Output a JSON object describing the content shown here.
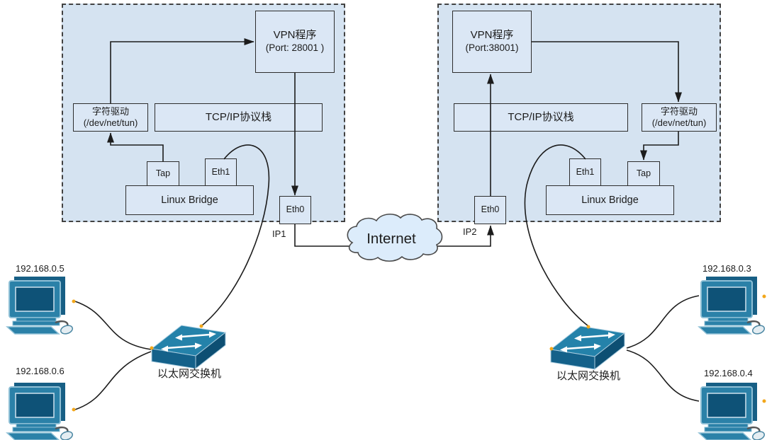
{
  "hosts": {
    "left": {
      "vpn": {
        "line1": "VPN程序",
        "line2": "(Port: 28001 )"
      },
      "driver": {
        "line1": "字符驱动",
        "line2": "(/dev/net/tun)"
      },
      "stack": "TCP/IP协议栈",
      "tap": "Tap",
      "eth1": "Eth1",
      "bridge": "Linux Bridge",
      "eth0": "Eth0",
      "ip": "IP1"
    },
    "right": {
      "vpn": {
        "line1": "VPN程序",
        "line2": "(Port:38001)"
      },
      "driver": {
        "line1": "字符驱动",
        "line2": "(/dev/net/tun)"
      },
      "stack": "TCP/IP协议栈",
      "tap": "Tap",
      "eth1": "Eth1",
      "bridge": "Linux Bridge",
      "eth0": "Eth0",
      "ip": "IP2"
    }
  },
  "internet_label": "Internet",
  "lans": {
    "left": {
      "switch_label": "以太网交换机",
      "pc_top_ip": "192.168.0.5",
      "pc_bottom_ip": "192.168.0.6"
    },
    "right": {
      "switch_label": "以太网交换机",
      "pc_top_ip": "192.168.0.3",
      "pc_bottom_ip": "192.168.0.4"
    }
  },
  "icons": {
    "internet": "cloud-icon",
    "switch": "ethernet-switch-3d-icon",
    "pc": "desktop-computer-icon",
    "connection_point": "orange-dot"
  },
  "colors": {
    "host_fill": "#d5e3f1",
    "node_fill": "#dbe7f5",
    "dashed_border": "#424242",
    "line": "#1c1c1c",
    "cloud_fill": "#dcecfb",
    "device_primary": "#2482aa",
    "device_front": "#14618a",
    "device_dark": "#0d4f73",
    "screen": "#0e5277",
    "connector_dot": "#f2a71b"
  }
}
